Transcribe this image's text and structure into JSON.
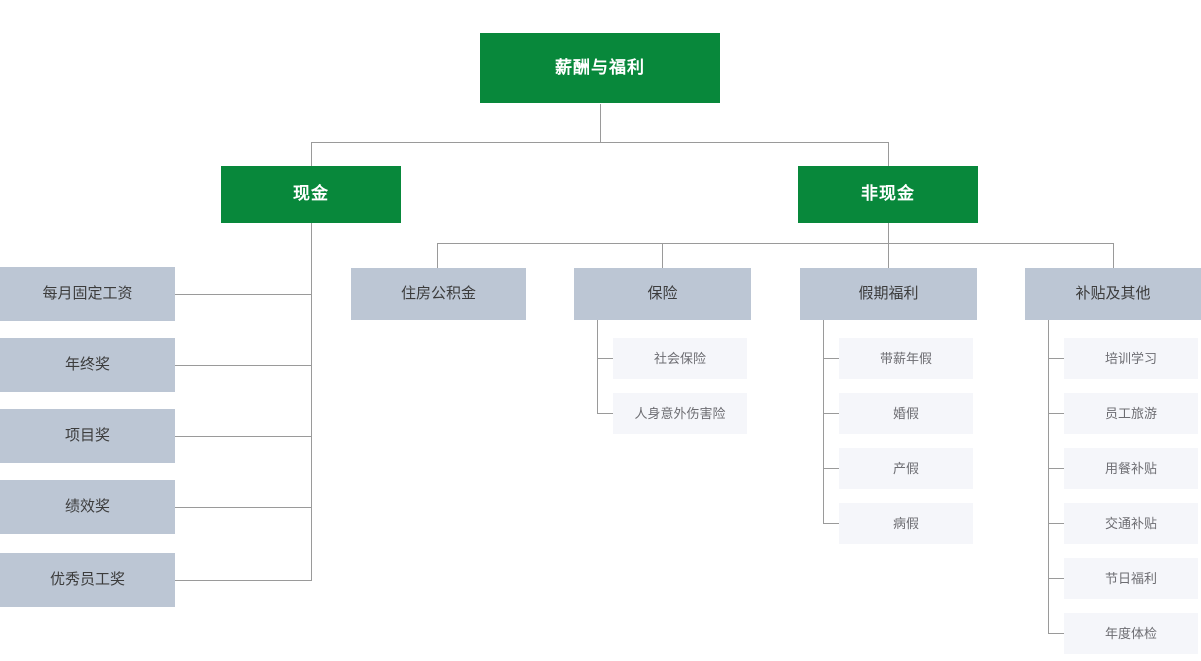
{
  "diagram": {
    "title": "薪酬与福利",
    "type": "org-tree",
    "colors": {
      "primary_green": "#08883B",
      "level2_gray": "#bcc6d4",
      "leaf_light": "#f5f6fa",
      "connector": "#9a9a9a",
      "text_dark": "#3c3c3c",
      "text_muted": "#6d6d72",
      "text_on_green": "#ffffff",
      "background": "#ffffff"
    },
    "root": {
      "label": "薪酬与福利"
    },
    "branches": {
      "cash": {
        "label": "现金",
        "children": [
          {
            "label": "每月固定工资"
          },
          {
            "label": "年终奖"
          },
          {
            "label": "项目奖"
          },
          {
            "label": "绩效奖"
          },
          {
            "label": "优秀员工奖"
          }
        ]
      },
      "noncash": {
        "label": "非现金",
        "groups": [
          {
            "label": "住房公积金",
            "children": []
          },
          {
            "label": "保险",
            "children": [
              {
                "label": "社会保险"
              },
              {
                "label": "人身意外伤害险"
              }
            ]
          },
          {
            "label": "假期福利",
            "children": [
              {
                "label": "带薪年假"
              },
              {
                "label": "婚假"
              },
              {
                "label": "产假"
              },
              {
                "label": "病假"
              }
            ]
          },
          {
            "label": "补贴及其他",
            "children": [
              {
                "label": "培训学习"
              },
              {
                "label": "员工旅游"
              },
              {
                "label": "用餐补贴"
              },
              {
                "label": "交通补贴"
              },
              {
                "label": "节日福利"
              },
              {
                "label": "年度体检"
              }
            ]
          }
        ]
      }
    }
  }
}
